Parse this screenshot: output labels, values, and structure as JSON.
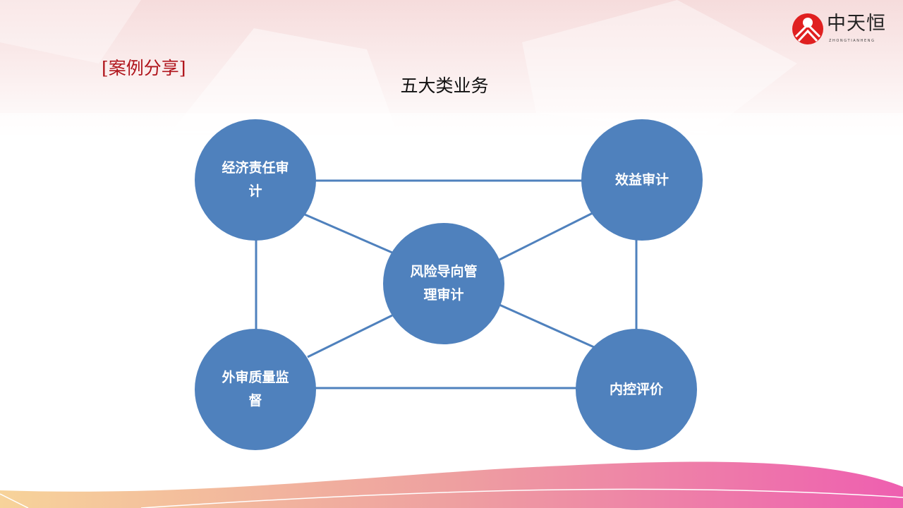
{
  "header": {
    "case_label": "[案例分享]",
    "title": "五大类业务"
  },
  "logo": {
    "name_cn": "中天恒",
    "name_en": "ZHONGTIANHENG"
  },
  "nodes": {
    "top_left": "经济责任审计",
    "top_right": "效益审计",
    "center": "风险导向管理审计",
    "bottom_left": "外审质量监督",
    "bottom_right": "内控评价"
  },
  "colors": {
    "node": "#4f81bd",
    "line": "#4f81bd",
    "accent": "#b0151c"
  }
}
